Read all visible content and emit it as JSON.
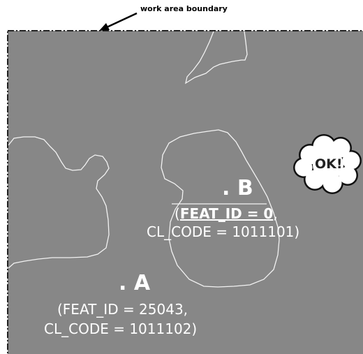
{
  "callout": "work area boundary",
  "point_b": {
    "label": ". B",
    "open_paren": "(",
    "feat_id": "FEAT_ID = 0",
    "comma": ",",
    "cl_code": "CL_CODE = 1011101)"
  },
  "point_a": {
    "label": ". A",
    "feat_id_line": "(FEAT_ID = 25043,",
    "cl_code_line": "CL_CODE = 1011102)"
  },
  "ok_bubble": "OK!",
  "colors": {
    "work_area": "#878787",
    "polygon_stroke": "#f2f2f2",
    "label_text": "#ffffff"
  }
}
